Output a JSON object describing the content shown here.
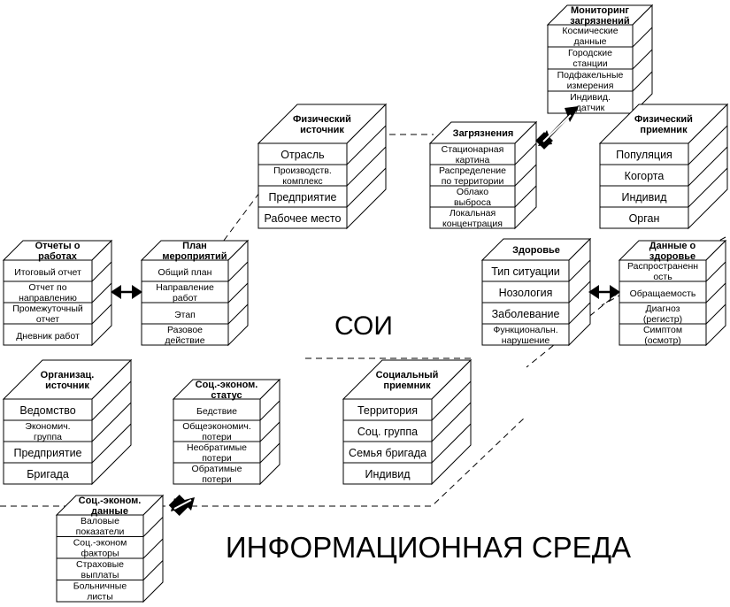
{
  "center_label": "СОИ",
  "bottom_label": "ИНФОРМАЦИОННАЯ СРЕДА",
  "blocks": [
    {
      "id": "monitoring",
      "title": [
        "Мониторинг",
        "загрязнений"
      ],
      "rows": [
        [
          "Космические",
          "данные"
        ],
        [
          "Городские",
          "станции"
        ],
        [
          "Подфакельные",
          "измерения"
        ],
        [
          "Индивид.",
          "датчик"
        ]
      ]
    },
    {
      "id": "phys-source",
      "title": [
        "Физический",
        "источник"
      ],
      "rows": [
        [
          "Отрасль"
        ],
        [
          "Производств.",
          "комплекс"
        ],
        [
          "Предприятие"
        ],
        [
          "Рабочее место"
        ]
      ]
    },
    {
      "id": "pollution",
      "title": [
        "Загрязнения"
      ],
      "rows": [
        [
          "Стационарная",
          "картина"
        ],
        [
          "Распределение",
          "по территории"
        ],
        [
          "Облако",
          "выброса"
        ],
        [
          "Локальная",
          "концентрация"
        ]
      ]
    },
    {
      "id": "phys-receiver",
      "title": [
        "Физический",
        "приемник"
      ],
      "rows": [
        [
          "Популяция"
        ],
        [
          "Когорта"
        ],
        [
          "Индивид"
        ],
        [
          "Орган"
        ]
      ]
    },
    {
      "id": "work-reports",
      "title": [
        "Отчеты о",
        "работах"
      ],
      "rows": [
        [
          "Итоговый отчет"
        ],
        [
          "Отчет по",
          "направлению"
        ],
        [
          "Промежуточный",
          "отчет"
        ],
        [
          "Дневник работ"
        ]
      ]
    },
    {
      "id": "action-plan",
      "title": [
        "План",
        "мероприятий"
      ],
      "rows": [
        [
          "Общий план"
        ],
        [
          "Направление",
          "работ"
        ],
        [
          "Этап"
        ],
        [
          "Разовое",
          "действие"
        ]
      ]
    },
    {
      "id": "health",
      "title": [
        "Здоровье"
      ],
      "rows": [
        [
          "Тип ситуации"
        ],
        [
          "Нозология"
        ],
        [
          "Заболевание"
        ],
        [
          "Функциональн.",
          "нарушение"
        ]
      ]
    },
    {
      "id": "health-data",
      "title": [
        "Данные о",
        "здоровье"
      ],
      "rows": [
        [
          "Распространенн",
          "ость"
        ],
        [
          "Обращаемость"
        ],
        [
          "Диагноз",
          "(регистр)"
        ],
        [
          "Симптом",
          "(осмотр)"
        ]
      ]
    },
    {
      "id": "org-source",
      "title": [
        "Организац.",
        "источник"
      ],
      "rows": [
        [
          "Ведомство"
        ],
        [
          "Экономич.",
          "группа"
        ],
        [
          "Предприятие"
        ],
        [
          "Бригада"
        ]
      ]
    },
    {
      "id": "socio-status",
      "title": [
        "Соц.-эконом.",
        "статус"
      ],
      "rows": [
        [
          "Бедствие"
        ],
        [
          "Общеэкономич.",
          "потери"
        ],
        [
          "Необратимые",
          "потери"
        ],
        [
          "Обратимые",
          "потери"
        ]
      ]
    },
    {
      "id": "social-receiver",
      "title": [
        "Социальный",
        "приемник"
      ],
      "rows": [
        [
          "Территория"
        ],
        [
          "Соц. группа"
        ],
        [
          "Семья бригада"
        ],
        [
          "Индивид"
        ]
      ]
    },
    {
      "id": "socio-data",
      "title": [
        "Соц.-эконом.",
        "данные"
      ],
      "rows": [
        [
          "Валовые",
          "показатели"
        ],
        [
          "Соц.-эконом",
          "факторы"
        ],
        [
          "Страховые",
          "выплаты"
        ],
        [
          "Больничные",
          "листы"
        ]
      ]
    }
  ]
}
